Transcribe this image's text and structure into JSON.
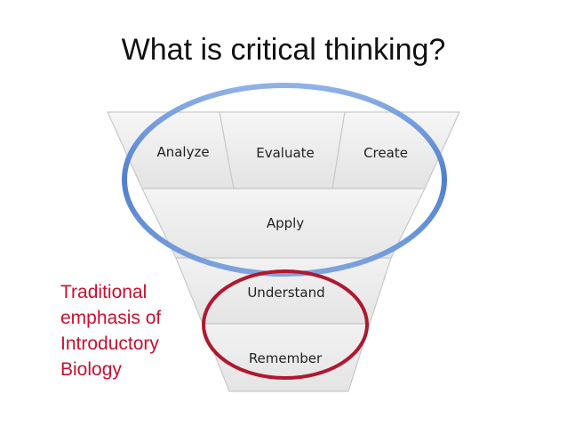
{
  "title": "What is critical thinking?",
  "levels": {
    "analyze": "Analyze",
    "evaluate": "Evaluate",
    "create": "Create",
    "apply": "Apply",
    "understand": "Understand",
    "remember": "Remember"
  },
  "annotation": {
    "lines": [
      "Traditional",
      "emphasis of",
      "Introductory",
      "Biology"
    ],
    "color": "#c8102e"
  },
  "colors": {
    "blue_ellipse": "#5b86c8",
    "red_ellipse": "#b0182f",
    "funnel_fill": "#ececec",
    "funnel_stroke": "#c8c8c8"
  }
}
